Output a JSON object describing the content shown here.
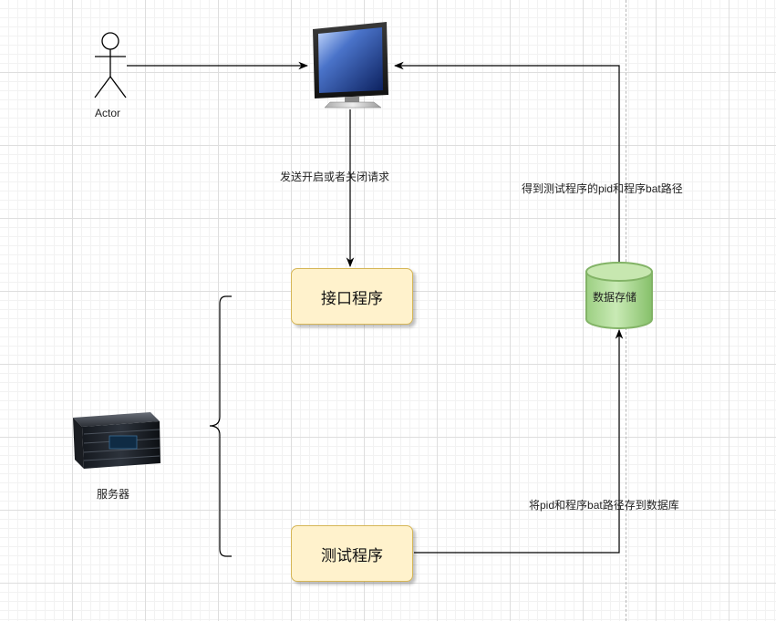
{
  "diagram": {
    "actor": {
      "label": "Actor"
    },
    "monitor": {
      "icon": "monitor-icon"
    },
    "server": {
      "label": "服务器",
      "icon": "server-icon"
    },
    "interface_box": {
      "label": "接口程序"
    },
    "test_box": {
      "label": "测试程序"
    },
    "database": {
      "label": "数据存储"
    },
    "edges": {
      "request": "发送开启或者关闭请求",
      "get_from_db": "得到测试程序的pid和程序bat路径",
      "store_to_db": "将pid和程序bat路径存到数据库"
    },
    "colors": {
      "process_fill": "#fff2cc",
      "process_stroke": "#d6b656",
      "db_fill": "#a6d98b",
      "db_stroke": "#82b366"
    }
  }
}
